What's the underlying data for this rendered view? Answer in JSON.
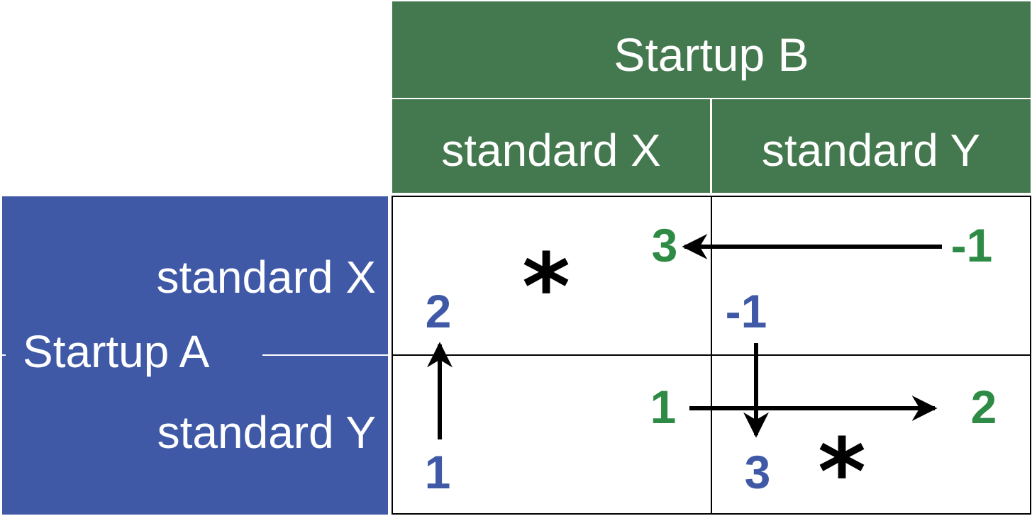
{
  "player_b": {
    "name": "Startup B",
    "col_x": "standard X",
    "col_y": "standard Y"
  },
  "player_a": {
    "name": "Startup A",
    "row_x": "standard X",
    "row_y": "standard Y"
  },
  "cells": {
    "xx": {
      "b_payoff": "3",
      "a_payoff": "2",
      "equilibrium_mark": "*"
    },
    "xy": {
      "b_payoff": "-1",
      "a_payoff": "-1"
    },
    "yx": {
      "b_payoff": "1",
      "a_payoff": "1"
    },
    "yy": {
      "b_payoff": "2",
      "a_payoff": "3",
      "equilibrium_mark": "*"
    }
  },
  "colors": {
    "player_b": "#44794f",
    "player_a": "#3f59a7",
    "b_payoff_text": "#2e8b45",
    "a_payoff_text": "#3f59a7"
  }
}
